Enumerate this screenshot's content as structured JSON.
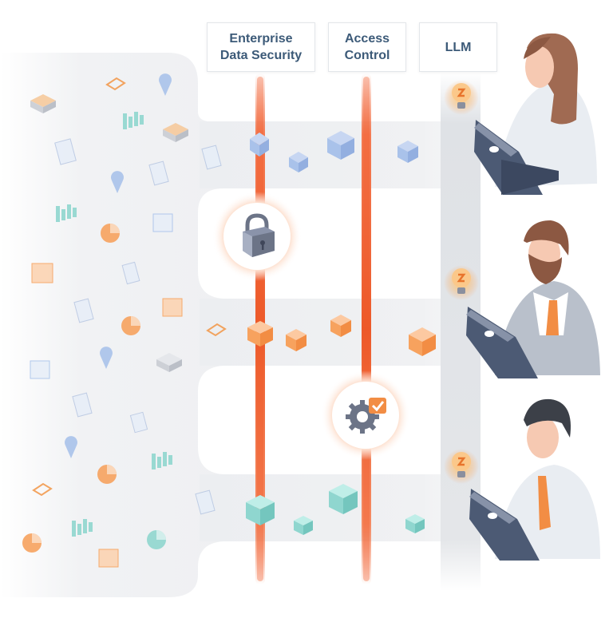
{
  "headers": {
    "enterprise_line1": "Enterprise",
    "enterprise_line2": "Data Security",
    "access_line1": "Access",
    "access_line2": "Control",
    "llm": "LLM"
  },
  "colors": {
    "header_text": "#3c5a78",
    "security_line": "#f05a28",
    "accent_orange": "#f7a25e",
    "blue_cube": "#a9c2ea",
    "teal_cube": "#8fd6cf",
    "laptop": "#4c5a74"
  },
  "icons": {
    "lock": "padlock-icon",
    "access": "gear-check-icon",
    "idea": "lightbulb-icon"
  },
  "users": [
    "woman-user",
    "bearded-man-user",
    "young-man-user"
  ]
}
